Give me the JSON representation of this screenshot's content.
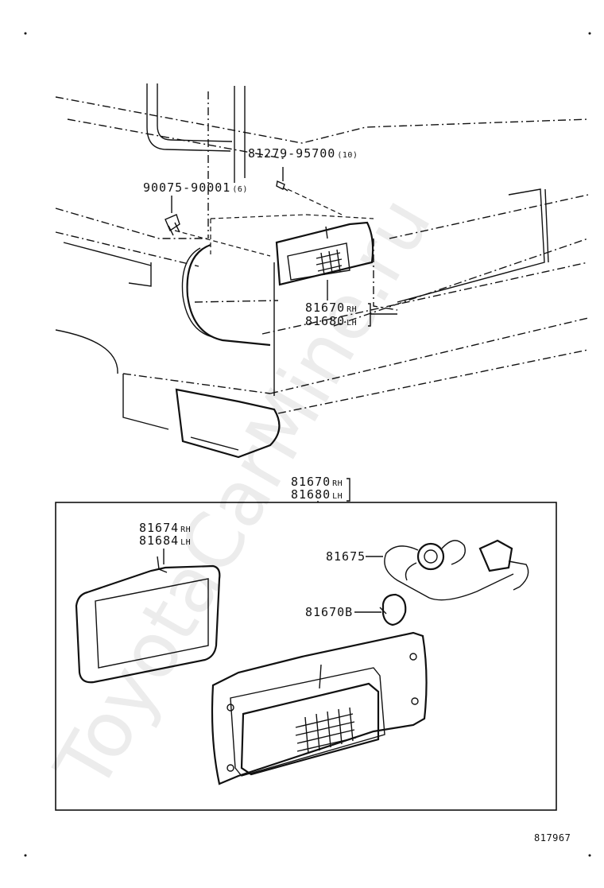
{
  "callouts": {
    "screw": "81279-95700",
    "screw_qty": "(10)",
    "clip": "90075-90001",
    "clip_qty": "(6)",
    "assy_upper_rh": "81670",
    "assy_upper_rh_side": "RH",
    "assy_upper_lh": "81680",
    "assy_upper_lh_side": "LH",
    "assy_box_rh": "81670",
    "assy_box_rh_side": "RH",
    "assy_box_lh": "81680",
    "assy_box_lh_side": "LH",
    "gasket_rh": "81674",
    "gasket_rh_side": "RH",
    "gasket_lh": "81684",
    "gasket_lh_side": "LH",
    "socket": "81675",
    "bulb": "81670B"
  },
  "figure_number": "817967",
  "watermark": "ToyotaCarMine.ru"
}
